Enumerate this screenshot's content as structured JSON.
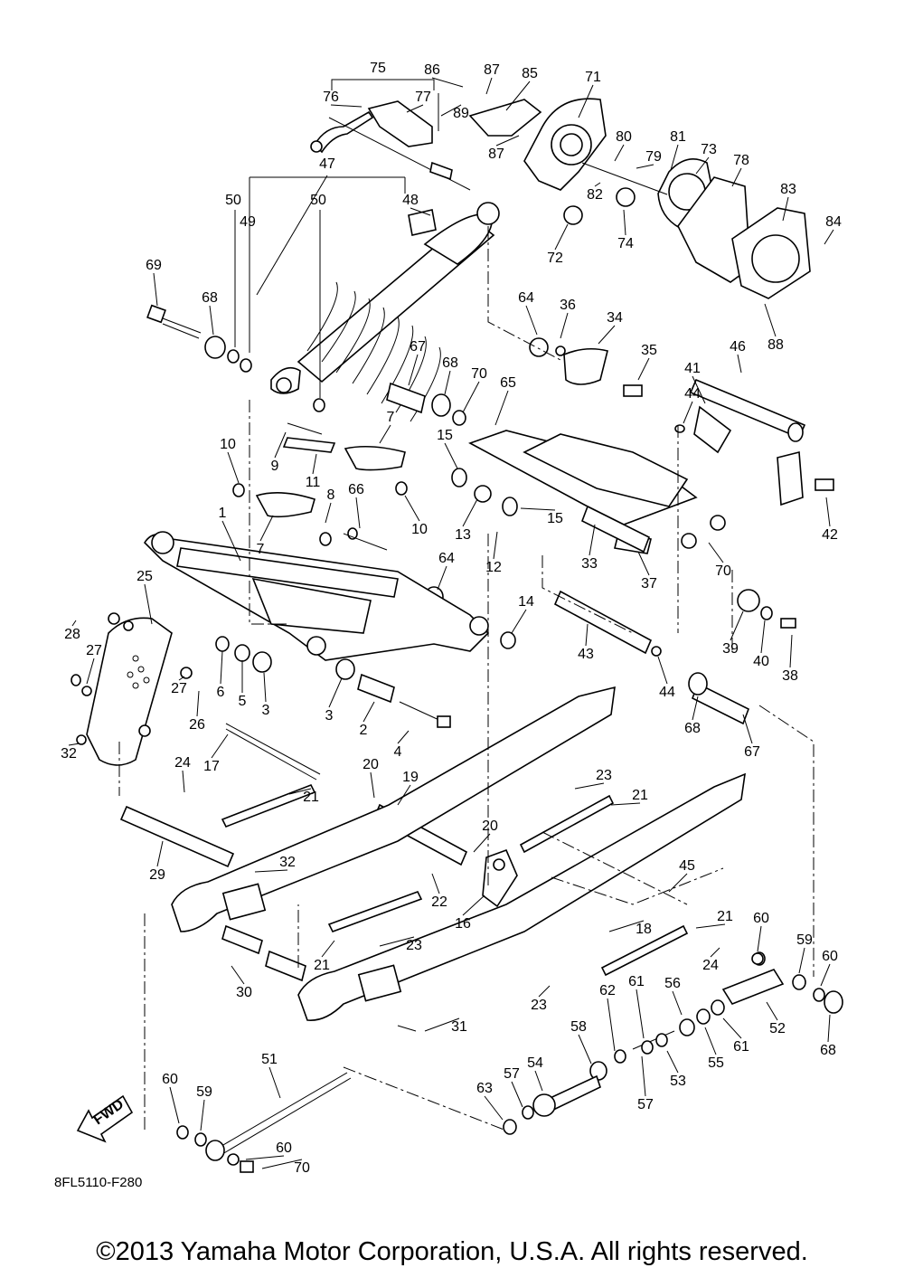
{
  "diagram": {
    "drawing_code": "8FL5110-F280",
    "fwd_label": "FWD",
    "copyright": "©2013 Yamaha Motor Corporation, U.S.A. All rights reserved.",
    "callouts": [
      {
        "id": "75",
        "n": "75"
      },
      {
        "id": "86",
        "n": "86"
      },
      {
        "id": "87a",
        "n": "87"
      },
      {
        "id": "85",
        "n": "85"
      },
      {
        "id": "71",
        "n": "71"
      },
      {
        "id": "76",
        "n": "76"
      },
      {
        "id": "77",
        "n": "77"
      },
      {
        "id": "89",
        "n": "89"
      },
      {
        "id": "87b",
        "n": "87"
      },
      {
        "id": "80",
        "n": "80"
      },
      {
        "id": "81",
        "n": "81"
      },
      {
        "id": "73",
        "n": "73"
      },
      {
        "id": "79",
        "n": "79"
      },
      {
        "id": "78",
        "n": "78"
      },
      {
        "id": "83",
        "n": "83"
      },
      {
        "id": "84",
        "n": "84"
      },
      {
        "id": "82",
        "n": "82"
      },
      {
        "id": "74",
        "n": "74"
      },
      {
        "id": "72",
        "n": "72"
      },
      {
        "id": "88",
        "n": "88"
      },
      {
        "id": "47",
        "n": "47"
      },
      {
        "id": "50a",
        "n": "50"
      },
      {
        "id": "49",
        "n": "49"
      },
      {
        "id": "50b",
        "n": "50"
      },
      {
        "id": "48",
        "n": "48"
      },
      {
        "id": "69",
        "n": "69"
      },
      {
        "id": "68a",
        "n": "68"
      },
      {
        "id": "64a",
        "n": "64"
      },
      {
        "id": "36",
        "n": "36"
      },
      {
        "id": "34",
        "n": "34"
      },
      {
        "id": "35",
        "n": "35"
      },
      {
        "id": "46",
        "n": "46"
      },
      {
        "id": "41",
        "n": "41"
      },
      {
        "id": "44a",
        "n": "44"
      },
      {
        "id": "67a",
        "n": "67"
      },
      {
        "id": "68b",
        "n": "68"
      },
      {
        "id": "70a",
        "n": "70"
      },
      {
        "id": "65",
        "n": "65"
      },
      {
        "id": "15a",
        "n": "15"
      },
      {
        "id": "7a",
        "n": "7"
      },
      {
        "id": "9",
        "n": "9"
      },
      {
        "id": "11",
        "n": "11"
      },
      {
        "id": "10a",
        "n": "10"
      },
      {
        "id": "10b",
        "n": "10"
      },
      {
        "id": "66",
        "n": "66"
      },
      {
        "id": "8",
        "n": "8"
      },
      {
        "id": "7b",
        "n": "7"
      },
      {
        "id": "13",
        "n": "13"
      },
      {
        "id": "15b",
        "n": "15"
      },
      {
        "id": "12",
        "n": "12"
      },
      {
        "id": "33",
        "n": "33"
      },
      {
        "id": "37",
        "n": "37"
      },
      {
        "id": "70b",
        "n": "70"
      },
      {
        "id": "42",
        "n": "42"
      },
      {
        "id": "1",
        "n": "1"
      },
      {
        "id": "25",
        "n": "25"
      },
      {
        "id": "64b",
        "n": "64"
      },
      {
        "id": "14",
        "n": "14"
      },
      {
        "id": "39",
        "n": "39"
      },
      {
        "id": "40",
        "n": "40"
      },
      {
        "id": "38",
        "n": "38"
      },
      {
        "id": "28",
        "n": "28"
      },
      {
        "id": "27a",
        "n": "27"
      },
      {
        "id": "6",
        "n": "6"
      },
      {
        "id": "5",
        "n": "5"
      },
      {
        "id": "3a",
        "n": "3"
      },
      {
        "id": "43",
        "n": "43"
      },
      {
        "id": "44b",
        "n": "44"
      },
      {
        "id": "27b",
        "n": "27"
      },
      {
        "id": "26",
        "n": "26"
      },
      {
        "id": "3b",
        "n": "3"
      },
      {
        "id": "2",
        "n": "2"
      },
      {
        "id": "4",
        "n": "4"
      },
      {
        "id": "68c",
        "n": "68"
      },
      {
        "id": "67b",
        "n": "67"
      },
      {
        "id": "32a",
        "n": "32"
      },
      {
        "id": "24a",
        "n": "24"
      },
      {
        "id": "17",
        "n": "17"
      },
      {
        "id": "20a",
        "n": "20"
      },
      {
        "id": "19",
        "n": "19"
      },
      {
        "id": "23a",
        "n": "23"
      },
      {
        "id": "21a",
        "n": "21"
      },
      {
        "id": "21b",
        "n": "21"
      },
      {
        "id": "20b",
        "n": "20"
      },
      {
        "id": "29",
        "n": "29"
      },
      {
        "id": "32b",
        "n": "32"
      },
      {
        "id": "22",
        "n": "22"
      },
      {
        "id": "45",
        "n": "45"
      },
      {
        "id": "16",
        "n": "16"
      },
      {
        "id": "18",
        "n": "18"
      },
      {
        "id": "21c",
        "n": "21"
      },
      {
        "id": "60a",
        "n": "60"
      },
      {
        "id": "21d",
        "n": "21"
      },
      {
        "id": "23b",
        "n": "23"
      },
      {
        "id": "59a",
        "n": "59"
      },
      {
        "id": "60b",
        "n": "60"
      },
      {
        "id": "24b",
        "n": "24"
      },
      {
        "id": "30",
        "n": "30"
      },
      {
        "id": "23c",
        "n": "23"
      },
      {
        "id": "56",
        "n": "56"
      },
      {
        "id": "61a",
        "n": "61"
      },
      {
        "id": "62",
        "n": "62"
      },
      {
        "id": "58",
        "n": "58"
      },
      {
        "id": "52",
        "n": "52"
      },
      {
        "id": "68d",
        "n": "68"
      },
      {
        "id": "31",
        "n": "31"
      },
      {
        "id": "55",
        "n": "55"
      },
      {
        "id": "61b",
        "n": "61"
      },
      {
        "id": "53",
        "n": "53"
      },
      {
        "id": "57a",
        "n": "57"
      },
      {
        "id": "51",
        "n": "51"
      },
      {
        "id": "54",
        "n": "54"
      },
      {
        "id": "57b",
        "n": "57"
      },
      {
        "id": "63",
        "n": "63"
      },
      {
        "id": "60c",
        "n": "60"
      },
      {
        "id": "59b",
        "n": "59"
      },
      {
        "id": "60d",
        "n": "60"
      },
      {
        "id": "70c",
        "n": "70"
      }
    ]
  }
}
